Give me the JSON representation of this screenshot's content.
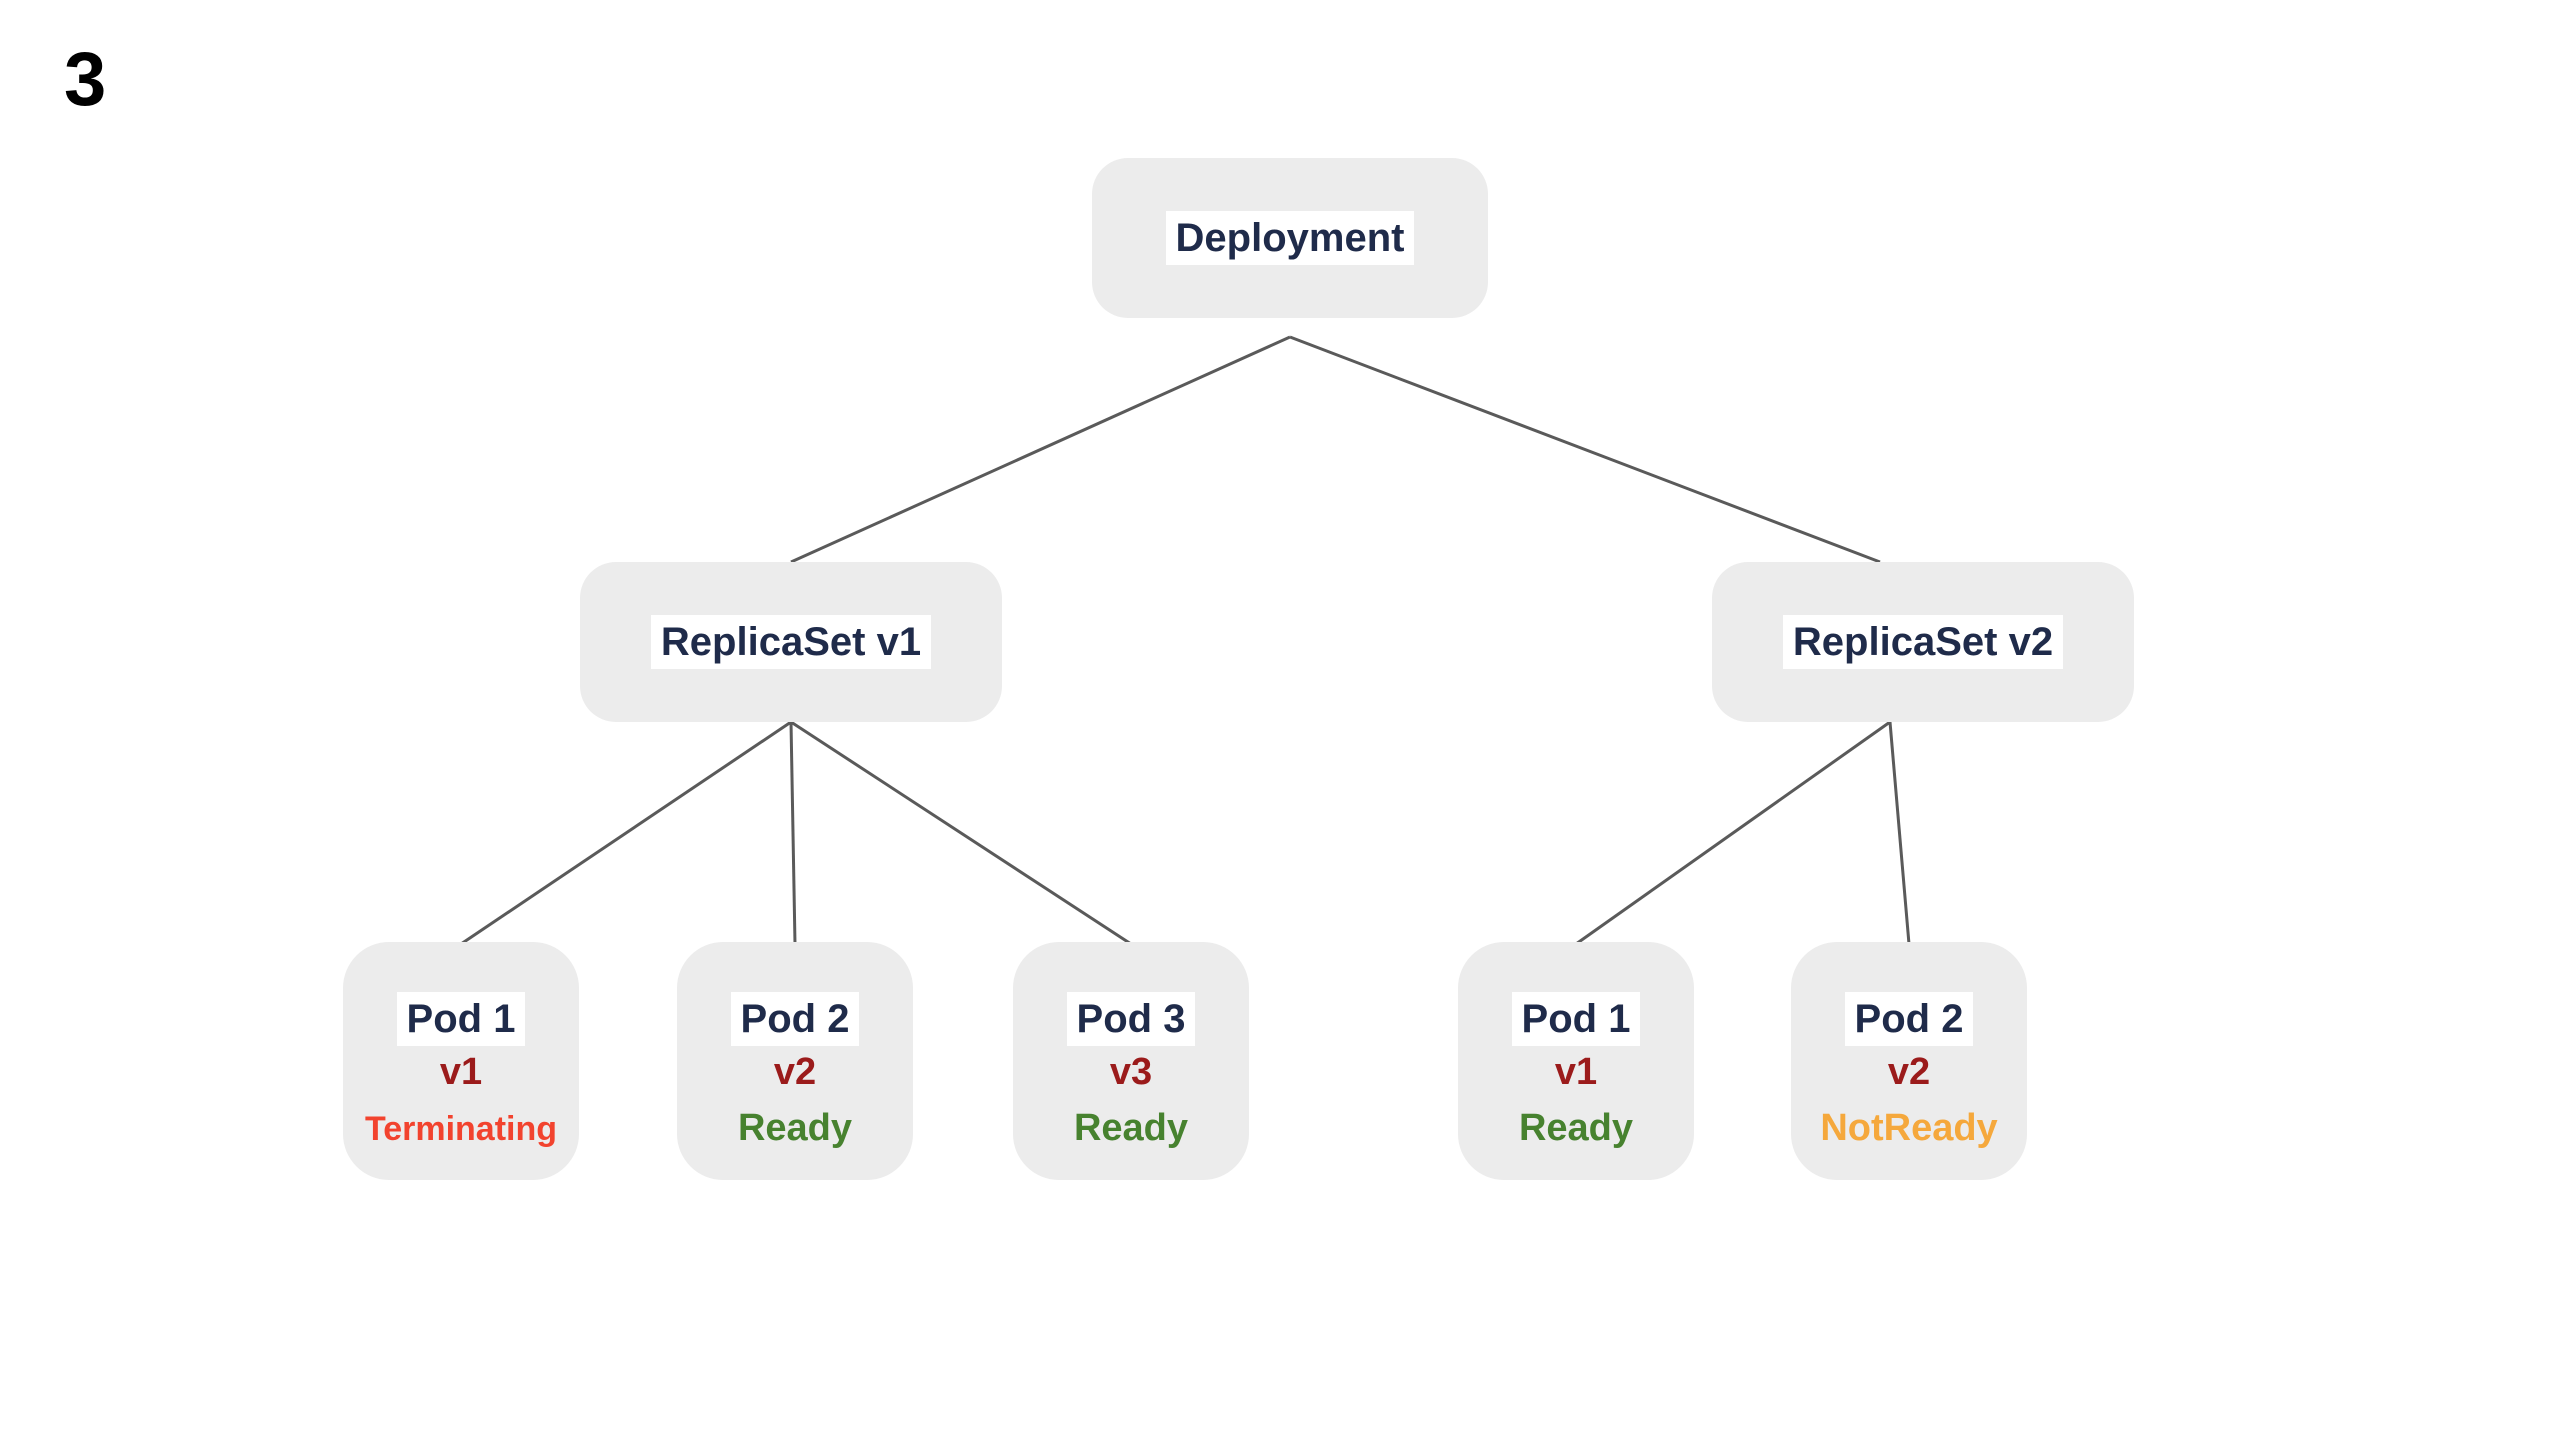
{
  "slide": {
    "number": "3"
  },
  "diagram": {
    "type": "tree",
    "deployment": {
      "label": "Deployment"
    },
    "replicasets": [
      {
        "id": "rs1",
        "label": "ReplicaSet v1"
      },
      {
        "id": "rs2",
        "label": "ReplicaSet v2"
      }
    ],
    "pods": [
      {
        "parent": "ReplicaSet v1",
        "name": "Pod 1",
        "version": "v1",
        "status": "Terminating",
        "status_key": "terminating"
      },
      {
        "parent": "ReplicaSet v1",
        "name": "Pod 2",
        "version": "v2",
        "status": "Ready",
        "status_key": "ready"
      },
      {
        "parent": "ReplicaSet v1",
        "name": "Pod 3",
        "version": "v3",
        "status": "Ready",
        "status_key": "ready"
      },
      {
        "parent": "ReplicaSet v2",
        "name": "Pod 1",
        "version": "v1",
        "status": "Ready",
        "status_key": "ready"
      },
      {
        "parent": "ReplicaSet v2",
        "name": "Pod 2",
        "version": "v2",
        "status": "NotReady",
        "status_key": "notready"
      }
    ],
    "edges": [
      {
        "from": "Deployment",
        "to": "ReplicaSet v1"
      },
      {
        "from": "Deployment",
        "to": "ReplicaSet v2"
      },
      {
        "from": "ReplicaSet v1",
        "to": "Pod 1 v1"
      },
      {
        "from": "ReplicaSet v1",
        "to": "Pod 2 v2"
      },
      {
        "from": "ReplicaSet v1",
        "to": "Pod 3 v3"
      },
      {
        "from": "ReplicaSet v2",
        "to": "Pod 1 v1"
      },
      {
        "from": "ReplicaSet v2",
        "to": "Pod 2 v2"
      }
    ],
    "colors": {
      "node_fill": "#ececec",
      "title_text": "#1f2b4a",
      "title_bg": "#ffffff",
      "version_text": "#9b1b1b",
      "status_ready": "#47822f",
      "status_terminating": "#f2432e",
      "status_notready": "#f5a83c",
      "edge": "#5a5a5a",
      "slide_number": "#000000"
    }
  }
}
